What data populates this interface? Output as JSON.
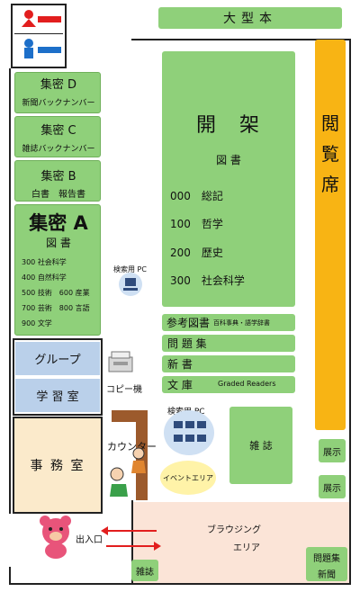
{
  "colors": {
    "shelf_green": "#8fd07a",
    "reading_orange": "#f8b414",
    "blue_room": "#bad0ea",
    "office": "#fbeacb",
    "browsing": "#fbe4d7",
    "arrow_red": "#e21e1e"
  },
  "top": {
    "large_books": "大型本"
  },
  "toilets": {
    "women_icon": "toilet-women-icon",
    "men_icon": "toilet-men-icon"
  },
  "closed_stacks": {
    "d": {
      "title": "集密 D",
      "subtitle": "新聞バックナンバー"
    },
    "c": {
      "title": "集密 C",
      "subtitle": "雑誌バックナンバー"
    },
    "b": {
      "title": "集密 B",
      "subtitle": "白書　報告書"
    },
    "a": {
      "title": "集密 A",
      "subtitle": "図 書",
      "items": [
        "300 社会科学",
        "400 自然科学",
        "500 技術　600 産業",
        "700 芸術　800 言語",
        "900 文学"
      ]
    }
  },
  "open_stacks": {
    "title": "開　架",
    "subtitle": "図 書",
    "items": [
      "000　総記",
      "100　哲学",
      "200　歴史",
      "300　社会科学"
    ]
  },
  "reading_area": {
    "label": "閲覧席"
  },
  "rows": {
    "reference": {
      "main": "参考図書",
      "sub": "百科事典・語学辞書"
    },
    "problems": "問 題 集",
    "new_books": "新 書",
    "bunko": {
      "main": "文 庫",
      "sub": "Graded Readers"
    }
  },
  "rooms": {
    "group": "グループ",
    "study": "学 習 室",
    "office": "事 務 室"
  },
  "equipment": {
    "search_pc_small": "検索用 PC",
    "copier": "コピー機",
    "counter": "カウンター",
    "search_pc_large": "検索用 PC",
    "event": "イベントエリア"
  },
  "zones": {
    "magazines_mid": "雑 誌",
    "display1": "展示",
    "display2": "展示",
    "browsing": {
      "line1": "ブラウジング",
      "line2": "エリア"
    },
    "entrance": "出入口",
    "magazines_bottom": "雑誌",
    "problems_news": {
      "line1": "問題集",
      "line2": "新聞"
    }
  }
}
